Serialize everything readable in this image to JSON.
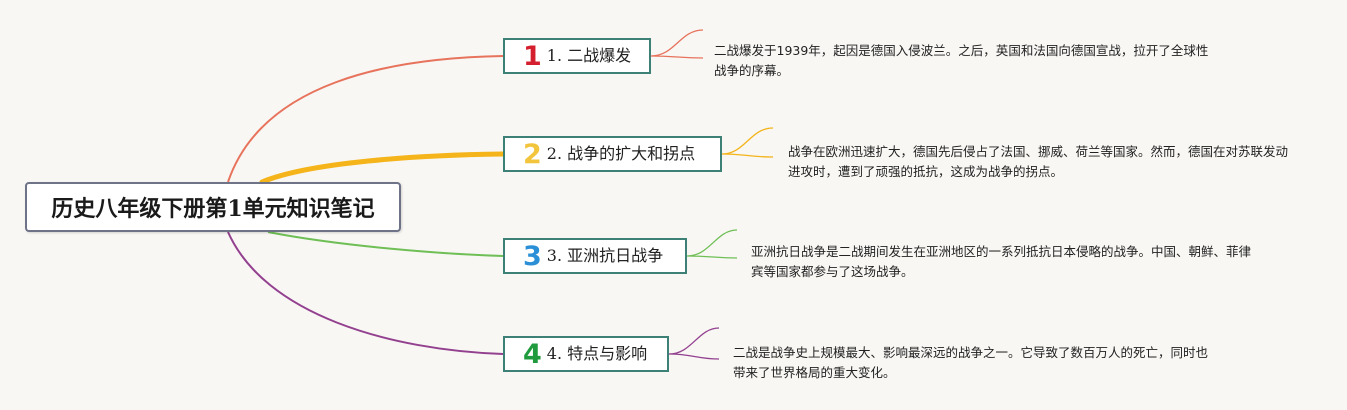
{
  "root": {
    "title": "历史八年级下册第1单元知识笔记"
  },
  "topics": [
    {
      "number": "1",
      "label": "1. 二战爆发",
      "color": "#e8735c",
      "number_color": "#d41f2e",
      "note": "二战爆发于1939年，起因是德国入侵波兰。之后，英国和法国向德国宣战，拉开了全球性战争的序幕。"
    },
    {
      "number": "2",
      "label": "2. 战争的扩大和拐点",
      "color": "#f4b41a",
      "number_color": "#f2c53d",
      "note": "战争在欧洲迅速扩大，德国先后侵占了法国、挪威、荷兰等国家。然而，德国在对苏联发动进攻时，遭到了顽强的抵抗，这成为战争的拐点。"
    },
    {
      "number": "3",
      "label": "3. 亚洲抗日战争",
      "color": "#6fbf56",
      "number_color": "#2a8fd6",
      "note": "亚洲抗日战争是二战期间发生在亚洲地区的一系列抵抗日本侵略的战争。中国、朝鲜、菲律宾等国家都参与了这场战争。"
    },
    {
      "number": "4",
      "label": "4. 特点与影响",
      "color": "#93408f",
      "number_color": "#1f9a3c",
      "note": "二战是战争史上规模最大、影响最深远的战争之一。它导致了数百万人的死亡，同时也带来了世界格局的重大变化。"
    }
  ]
}
